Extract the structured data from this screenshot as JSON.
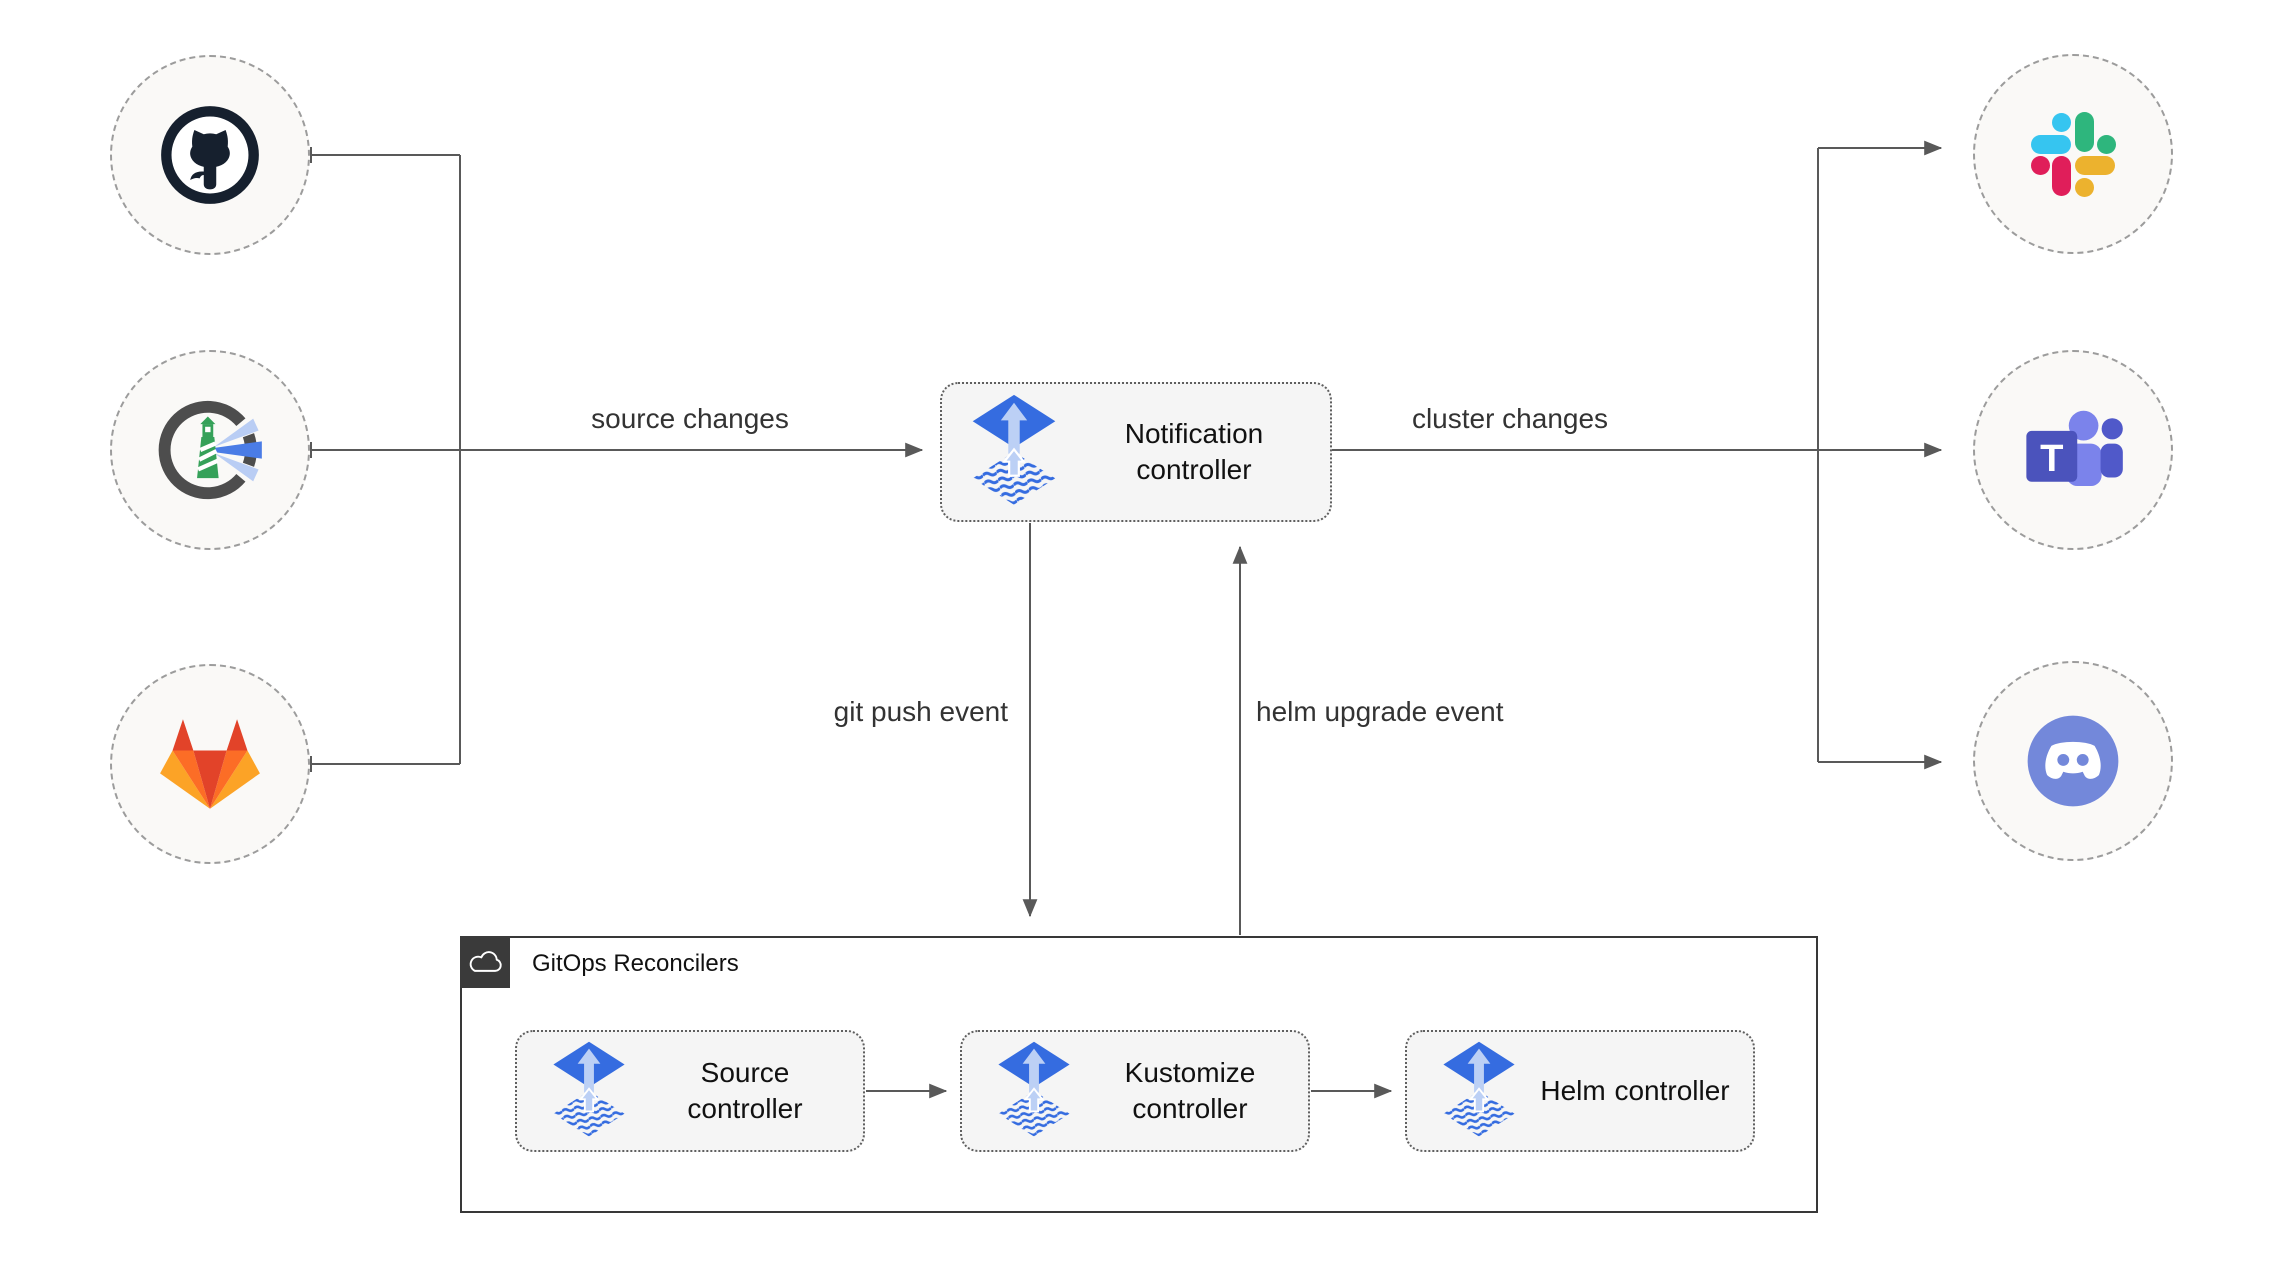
{
  "edge_labels": {
    "source_changes": "source changes",
    "cluster_changes": "cluster changes",
    "git_push_event": "git push event",
    "helm_upgrade_event": "helm upgrade event"
  },
  "nodes": {
    "notification": {
      "label": "Notification controller",
      "icon": "flux-icon"
    },
    "sources": [
      {
        "icon": "github-icon"
      },
      {
        "icon": "harbor-icon"
      },
      {
        "icon": "gitlab-icon"
      }
    ],
    "targets": [
      {
        "icon": "slack-icon"
      },
      {
        "icon": "teams-icon"
      },
      {
        "icon": "discord-icon"
      }
    ]
  },
  "gitops_group": {
    "title": "GitOps Reconcilers",
    "icon": "cloud-icon",
    "controllers": [
      {
        "label": "Source controller",
        "icon": "flux-icon"
      },
      {
        "label": "Kustomize controller",
        "icon": "flux-icon"
      },
      {
        "label": "Helm controller",
        "icon": "flux-icon"
      }
    ]
  },
  "colors": {
    "connector": "#595959",
    "flux_blue": "#356ce0",
    "flux_light_arrow": "#bcd0f5",
    "controller_box_fill": "#f5f5f5",
    "circle_fill": "#faf9f7",
    "badge_background": "#3a3a3a",
    "github_dark": "#16202e",
    "harbor_green": "#35a159",
    "harbor_ring_gray": "#4d4d4d",
    "gitlab_red": "#e24329",
    "gitlab_orange": "#fc6d26",
    "gitlab_yellow": "#fca326",
    "slack_blue": "#36C5F0",
    "slack_green": "#2EB67D",
    "slack_yellow": "#ECB22E",
    "slack_red": "#E01E5A",
    "teams_purple": "#4b53bc",
    "teams_purple_light": "#7b83eb",
    "discord_blurple": "#7388da"
  }
}
